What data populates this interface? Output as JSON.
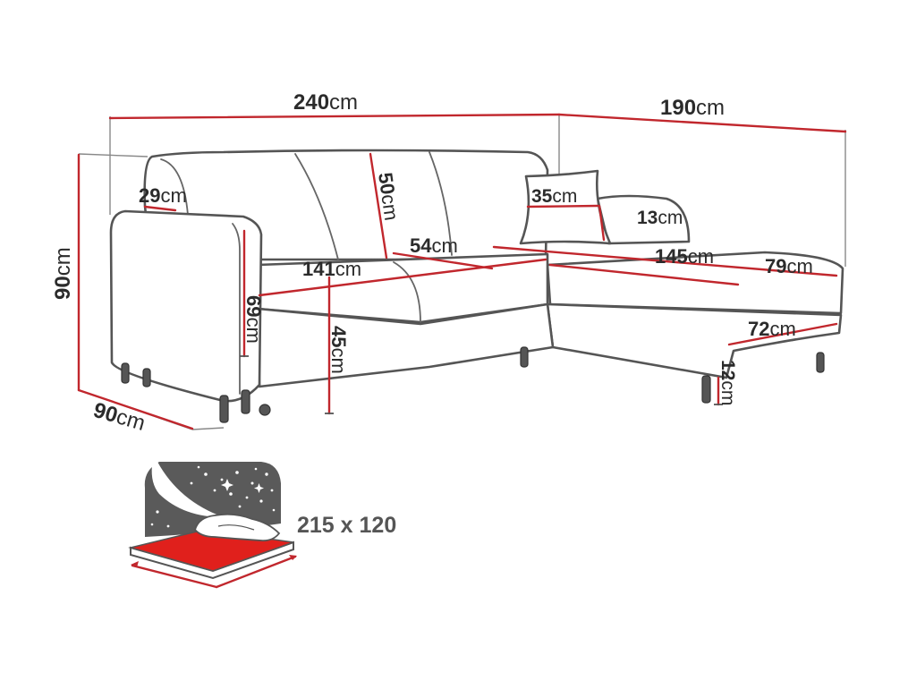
{
  "dimensions": {
    "total_width": {
      "value": "240",
      "unit": "cm"
    },
    "chaise_length": {
      "value": "190",
      "unit": "cm"
    },
    "height": {
      "value": "90",
      "unit": "cm"
    },
    "depth": {
      "value": "90",
      "unit": "cm"
    },
    "armrest_width": {
      "value": "29",
      "unit": "cm"
    },
    "backrest_height": {
      "value": "50",
      "unit": "cm"
    },
    "pillow_width": {
      "value": "35",
      "unit": "cm"
    },
    "chaise_back_height": {
      "value": "13",
      "unit": "cm"
    },
    "seat_depth": {
      "value": "54",
      "unit": "cm"
    },
    "chaise_seat_length": {
      "value": "145",
      "unit": "cm"
    },
    "chaise_width": {
      "value": "79",
      "unit": "cm"
    },
    "seat_width": {
      "value": "141",
      "unit": "cm"
    },
    "arm_height": {
      "value": "69",
      "unit": "cm"
    },
    "seat_height": {
      "value": "45",
      "unit": "cm"
    },
    "chaise_front_width": {
      "value": "72",
      "unit": "cm"
    },
    "leg_height": {
      "value": "12",
      "unit": "cm"
    }
  },
  "sleeping_area": "215 x 120",
  "colors": {
    "dimension_line": "#c1272d",
    "outline": "#555555",
    "mattress": "#e0201c",
    "night_sky": "#5a5a5a"
  }
}
